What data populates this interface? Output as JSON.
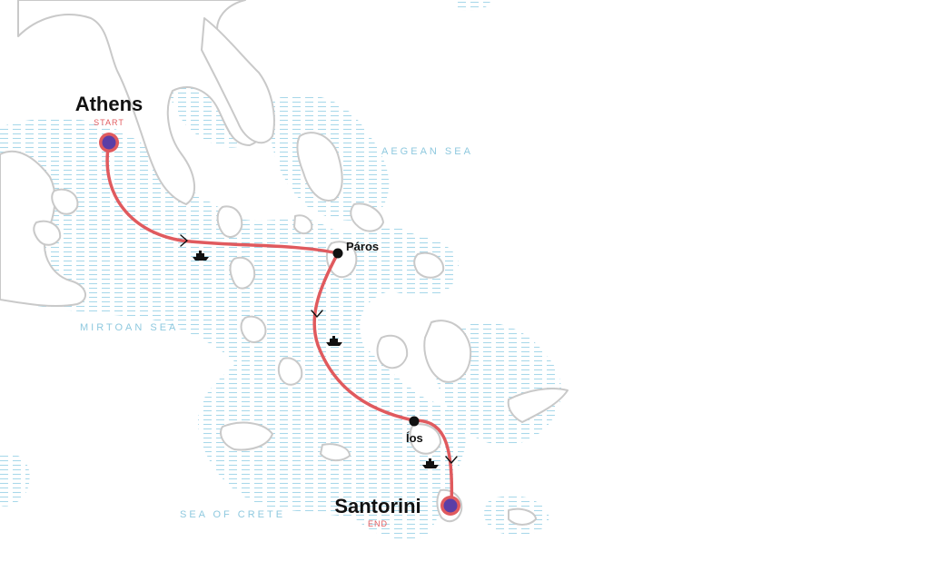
{
  "colors": {
    "route": "#e05a5e",
    "land_outline": "#c9c9c9",
    "water_lines": "#a9d8ea",
    "stop_dot": "#111111",
    "endpoint_fill": "#5b3ea6",
    "endpoint_ring": "#e05a5e"
  },
  "seas": {
    "aegean": "AEGEAN SEA",
    "mirtoan": "MIRTOAN SEA",
    "crete": "SEA OF CRETE"
  },
  "cities": {
    "athens": {
      "name": "Athens",
      "tag": "START"
    },
    "paros": {
      "name": "Páros"
    },
    "ios": {
      "name": "Íos"
    },
    "santorini": {
      "name": "Santorini",
      "tag": "END"
    }
  },
  "icons": {
    "ferry": "ferry-icon",
    "direction": "chevron-arrow-icon"
  }
}
